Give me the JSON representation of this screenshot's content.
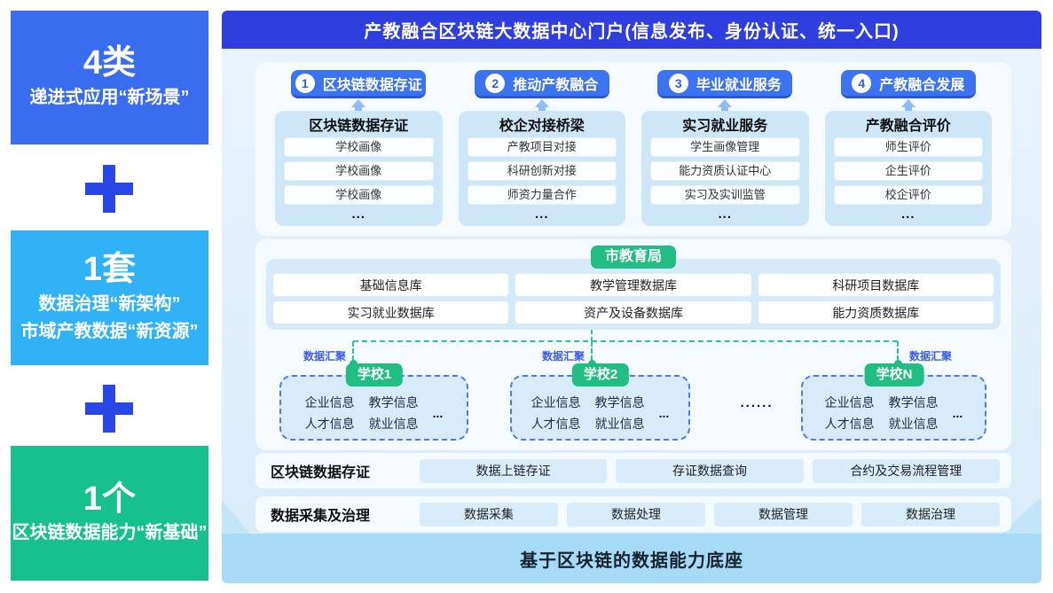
{
  "colors": {
    "header_blue": "#2F3FDE",
    "badge_blue": "#3B73F0",
    "sidebar_blue": "#3A6CEF",
    "sidebar_cyan": "#31B2F6",
    "green": "#22BD82",
    "panel_light_blue": "#D8EBFA",
    "base_bar_blue": "#A6DAF7"
  },
  "sidebar": {
    "separator_icon": "plus",
    "boxes": [
      {
        "number": "4类",
        "line1": "递进式应用“新场景”",
        "line2": ""
      },
      {
        "number": "1套",
        "line1": "数据治理“新架构”",
        "line2": "市域产教数据“新资源”"
      },
      {
        "number": "1个",
        "line1": "区块链数据能力“新基础”",
        "line2": ""
      }
    ]
  },
  "header": {
    "title": "产教融合区块链大数据中心门户(信息发布、身份认证、统一入口)"
  },
  "applications": {
    "groups": [
      {
        "num": "1",
        "badge": "区块链数据存证",
        "title": "区块链数据存证",
        "items": [
          "学校画像",
          "学校画像",
          "学校画像"
        ],
        "more": "..."
      },
      {
        "num": "2",
        "badge": "推动产教融合",
        "title": "校企对接桥梁",
        "items": [
          "产教项目对接",
          "科研创新对接",
          "师资力量合作"
        ],
        "more": "..."
      },
      {
        "num": "3",
        "badge": "毕业就业服务",
        "title": "实习就业服务",
        "items": [
          "学生画像管理",
          "能力资质认证中心",
          "实习及实训监管"
        ],
        "more": "..."
      },
      {
        "num": "4",
        "badge": "产教融合发展",
        "title": "产教融合评价",
        "items": [
          "师生评价",
          "企生评价",
          "校企评价"
        ],
        "more": "..."
      }
    ]
  },
  "data_center": {
    "bureau_badge": "市教育局",
    "databases": {
      "row1": [
        "基础信息库",
        "教学管理数据库",
        "科研项目数据库"
      ],
      "row2": [
        "实习就业数据库",
        "资产及设备数据库",
        "能力资质数据库"
      ]
    },
    "aggregation_label": "数据汇聚",
    "schools": [
      {
        "name": "学校1",
        "items": [
          "企业信息",
          "教学信息",
          "人才信息",
          "就业信息"
        ],
        "more": "..."
      },
      {
        "name": "学校2",
        "items": [
          "企业信息",
          "教学信息",
          "人才信息",
          "就业信息"
        ],
        "more": "..."
      },
      {
        "name": "学校N",
        "items": [
          "企业信息",
          "教学信息",
          "人才信息",
          "就业信息"
        ],
        "more": "..."
      }
    ],
    "between_schools": "......"
  },
  "layers": [
    {
      "label": "区块链数据存证",
      "items": [
        "数据上链存证",
        "存证数据查询",
        "合约及交易流程管理"
      ]
    },
    {
      "label": "数据采集及治理",
      "items": [
        "数据采集",
        "数据处理",
        "数据管理",
        "数据治理"
      ]
    }
  ],
  "foundation": {
    "label": "基于区块链的数据能力底座"
  }
}
